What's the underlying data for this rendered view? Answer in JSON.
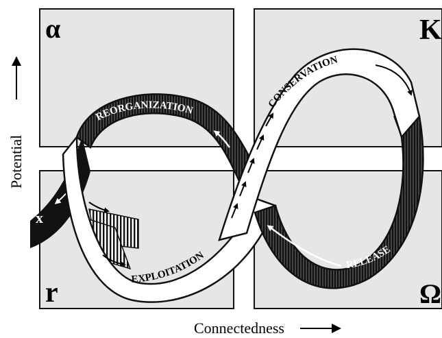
{
  "diagram": {
    "axes": {
      "x_label": "Connectedness",
      "y_label": "Potential"
    },
    "corners": {
      "top_left": "α",
      "top_right": "K",
      "bottom_left": "r",
      "bottom_right": "Ω",
      "exit": "x"
    },
    "phases": {
      "reorganization": "REORGANIZATION",
      "conservation": "CONSERVATION",
      "exploitation": "EXPLOITATION",
      "release": "RELEASE"
    }
  }
}
